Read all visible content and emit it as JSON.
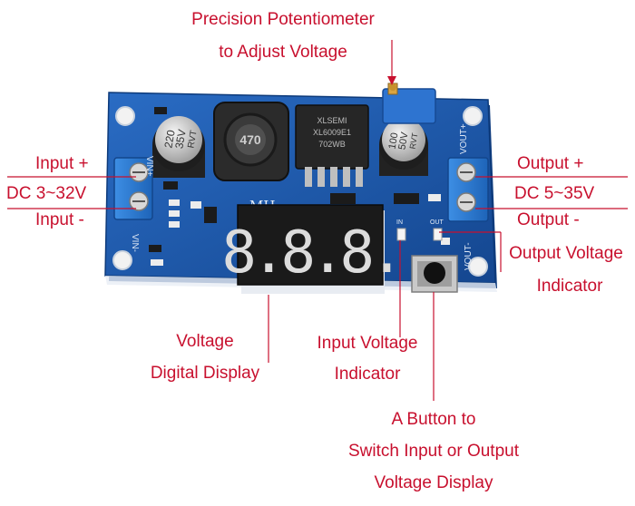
{
  "labels": {
    "potentiometer": {
      "line1": "Precision Potentiometer",
      "line2": "to Adjust Voltage"
    },
    "input_plus": "Input +",
    "input_range": "DC 3~32V",
    "input_minus": "Input -",
    "output_plus": "Output +",
    "output_range": "DC 5~35V",
    "output_minus": "Output -",
    "output_indicator": {
      "line1": "Output Voltage",
      "line2": "Indicator"
    },
    "voltage_display": {
      "line1": "Voltage",
      "line2": "Digital Display"
    },
    "input_indicator": {
      "line1": "Input Voltage",
      "line2": "Indicator"
    },
    "button": {
      "line1": "A Button to",
      "line2": "Switch Input or Output",
      "line3": "Voltage Display"
    }
  },
  "board": {
    "brand": "MH",
    "inductor_marking": "470",
    "chip": {
      "line1": "XLSEMI",
      "line2": "XL6009E1",
      "line3": "702WB"
    },
    "cap_left": {
      "line1": "220",
      "line2": "35V",
      "line3": "RVT"
    },
    "cap_right": {
      "line1": "100",
      "line2": "50V",
      "line3": "RVT"
    },
    "pin_vin_plus": "VIN+",
    "pin_vin_minus": "VIN-",
    "pin_vout_plus": "VOUT+",
    "pin_vout_minus": "VOUT-",
    "led_in": "IN",
    "led_out": "OUT",
    "display_digits": "8.8.8."
  },
  "colors": {
    "annotation": "#c8102e",
    "pcb": "#1c5bb0",
    "terminal": "#2f7fd6",
    "display_digit": "#e6e6e6"
  }
}
